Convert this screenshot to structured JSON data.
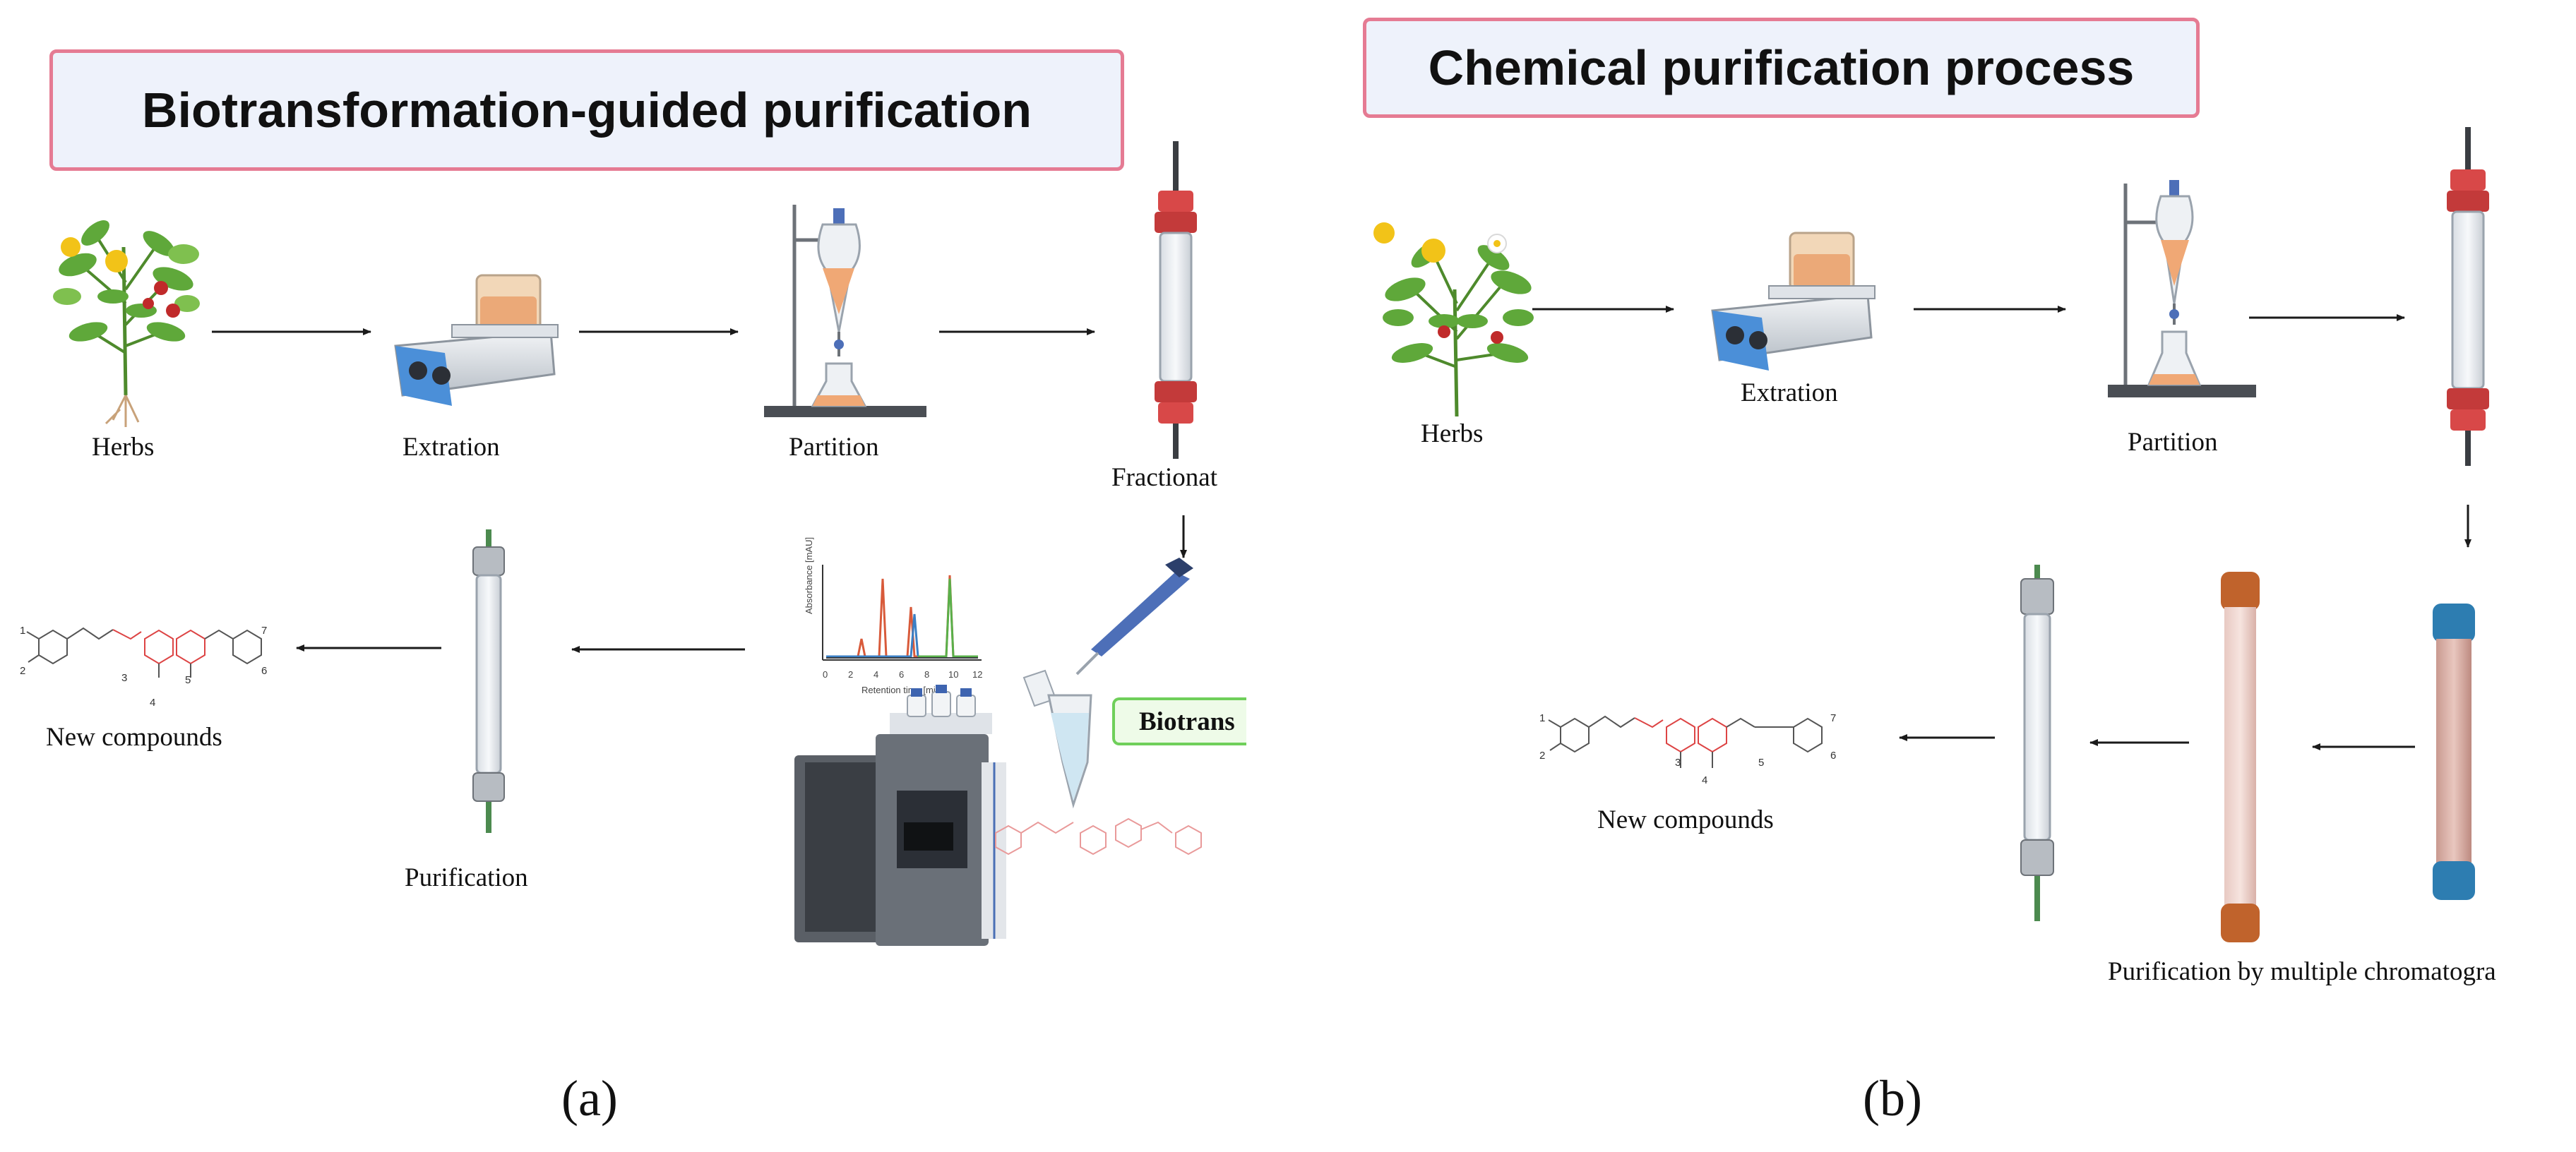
{
  "panel_a": {
    "title": "Biotransformation-guided purification",
    "labels": {
      "herbs": "Herbs",
      "extration": "Extration",
      "partition": "Partition",
      "fractionation": "Fractionat",
      "biotrans": "Biotrans",
      "purification": "Purification",
      "new_compounds": "New compounds"
    },
    "letter": "(a)",
    "chrom_axis": {
      "ylabel": "Absorbance [mAU]",
      "xlabel": "Retention time [min]",
      "xticks": [
        "0",
        "2",
        "4",
        "6",
        "8",
        "10",
        "12"
      ]
    },
    "chem_numbers": [
      "1",
      "2",
      "3",
      "4",
      "5",
      "6",
      "7"
    ]
  },
  "panel_b": {
    "title": "Chemical purification process",
    "labels": {
      "herbs": "Herbs",
      "extration": "Extration",
      "partition": "Partition",
      "new_compounds": "New compounds",
      "purification_multi": "Purification by multiple chromatogra"
    },
    "letter": "(b)",
    "chem_numbers": [
      "1",
      "2",
      "3",
      "4",
      "5",
      "6",
      "7"
    ]
  },
  "colors": {
    "title_border": "#e57b93",
    "title_bg": "#eef2fb",
    "arrow": "#1a1a1a",
    "biotrans_border": "#6fcf5a",
    "biotrans_bg": "#eefbe8"
  }
}
